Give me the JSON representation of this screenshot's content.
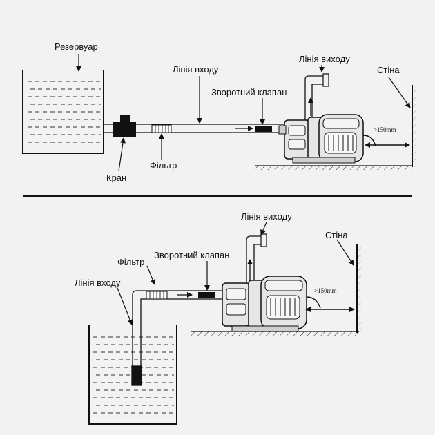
{
  "top_scheme": {
    "reservoir": "Резервуар",
    "outlet_line": "Лінія виходу",
    "inlet_line": "Лінія входу",
    "check_valve": "Зворотний клапан",
    "wall": "Стіна",
    "clearance": ">150mm",
    "tap": "Кран",
    "filter": "Фільтр"
  },
  "bottom_scheme": {
    "outlet_line": "Лінія виходу",
    "wall": "Стіна",
    "check_valve": "Зворотний клапан",
    "filter": "Фільтр",
    "inlet_line": "Лінія входу",
    "clearance": ">150mm"
  },
  "colors": {
    "ink": "#111111",
    "background": "#f2f2f2",
    "pump_body": "#e6e6e6"
  }
}
